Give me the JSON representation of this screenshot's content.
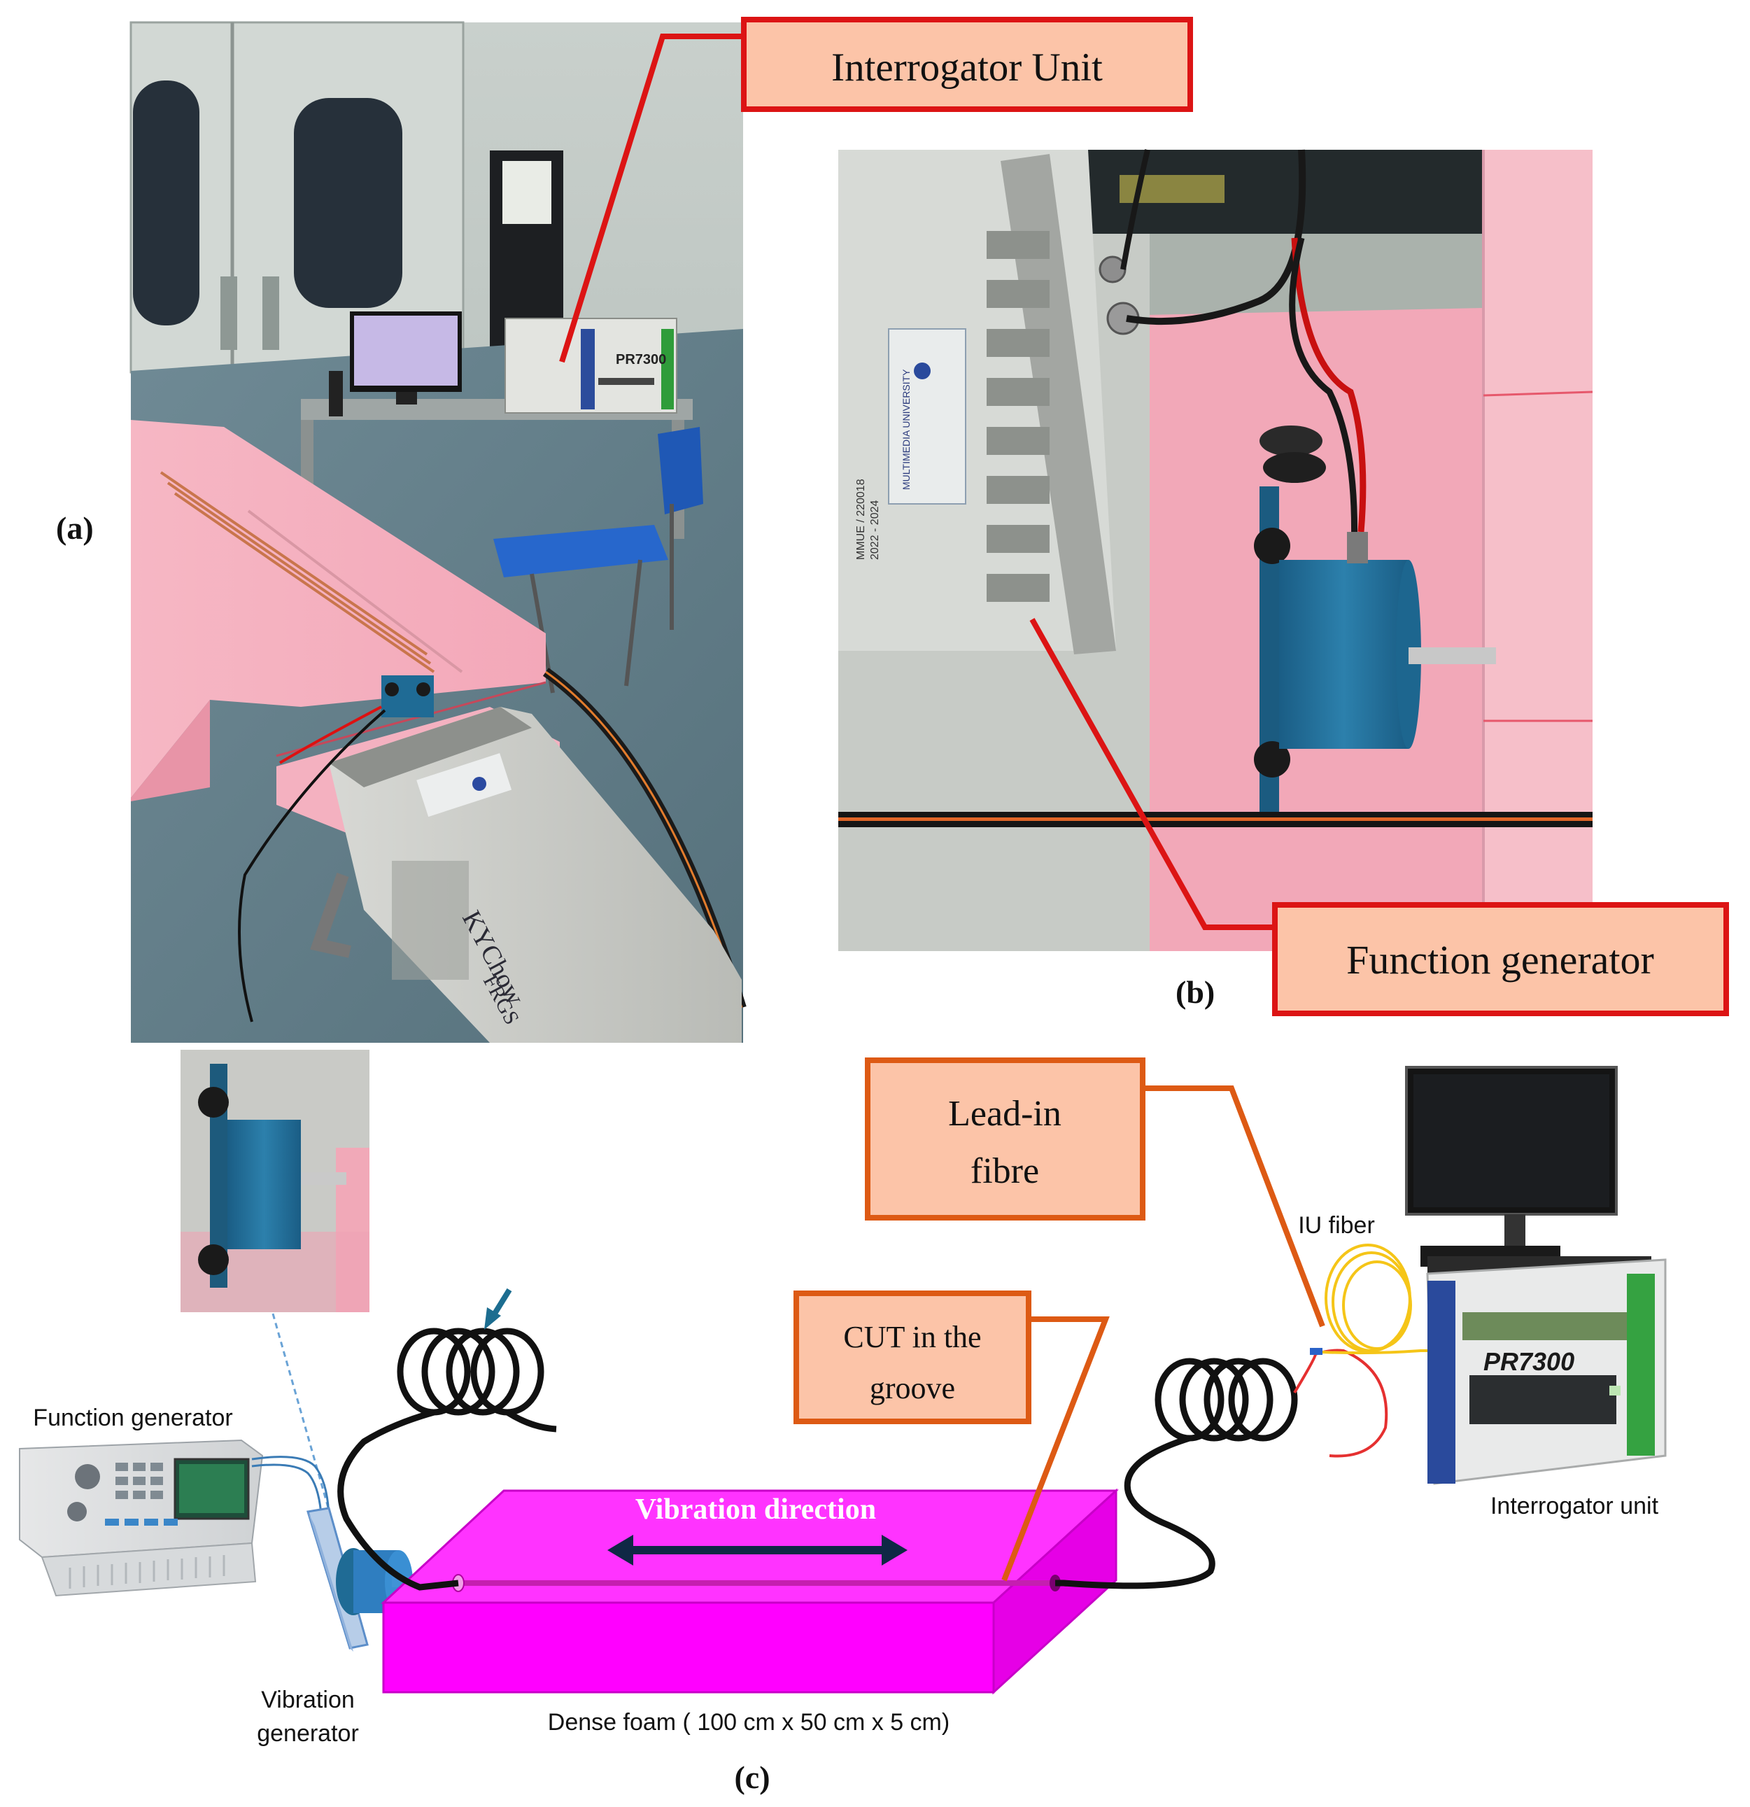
{
  "panel_labels": {
    "a": "(a)",
    "b": "(b)",
    "c": "(c)"
  },
  "callouts": {
    "interrogator_unit_a": "Interrogator Unit",
    "function_generator_b": "Function generator",
    "lead_in_line1": "Lead-in",
    "lead_in_line2": "fibre",
    "cut_line1": "CUT in the",
    "cut_line2": "groove"
  },
  "labels": {
    "function_generator_c": "Function generator",
    "iu_fiber": "IU fiber",
    "interrogator_unit_c": "Interrogator unit",
    "vibration_generator_line1": "Vibration",
    "vibration_generator_line2": "generator",
    "dense_foam": "Dense foam ( 100 cm x 50 cm x 5 cm)",
    "vibration_direction": "Vibration direction"
  },
  "device_text": {
    "pr7300_a": "PR7300",
    "pr7300_c": "PR7300",
    "university_label": "MULTIMEDIA UNIVERSITY",
    "asset_code": "MMUE / 220018",
    "asset_years": "2022 - 2024",
    "handwriting_line1": "KYChow",
    "handwriting_line2": "FRGS"
  },
  "colors": {
    "callout_red_border": "#dc1414",
    "callout_orange_border": "#dd5a14",
    "callout_fill": "#fcc4a8",
    "foam_magenta": "#ff00ff",
    "foam_pink": "#f2a6b6",
    "arrow_navy": "#0f2845",
    "vibration_text": "#ffffff",
    "pointer_blue": "#1c6d90",
    "motor_blue": "#1f6b95"
  }
}
